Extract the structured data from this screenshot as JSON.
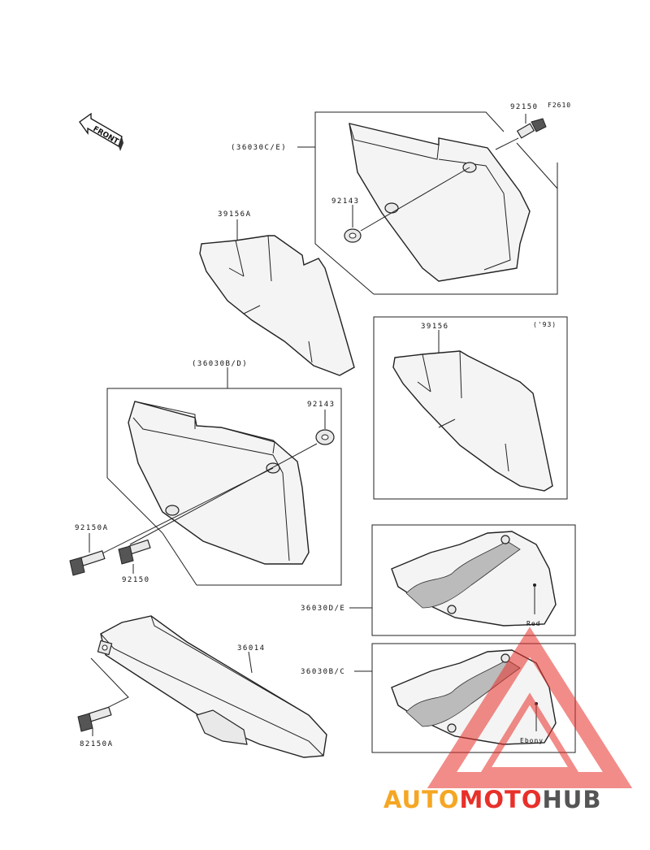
{
  "figure_code": "F2610",
  "front_label": "FRONT",
  "parts": {
    "p92150_top": "92150",
    "p36030C_E": "(36030C/E)",
    "p92143_top": "92143",
    "p39156A": "39156A",
    "p39156": "39156",
    "year_note": "('93)",
    "p36030B_D": "(36030B/D)",
    "p92143_mid": "92143",
    "p92150A_left": "92150A",
    "p92150_mid": "92150",
    "p36030D_E": "36030D/E",
    "color_red": "Red",
    "p36014": "36014",
    "p36030B_C": "36030B/C",
    "color_ebony": "Ebony",
    "p92150A_bottom": "82150A"
  },
  "watermark": {
    "part1": "AUTO",
    "part2": "MOTO",
    "part3": "HUB",
    "color_orange": "#f5a623",
    "color_red": "#e8302a",
    "color_gray": "#555555"
  }
}
